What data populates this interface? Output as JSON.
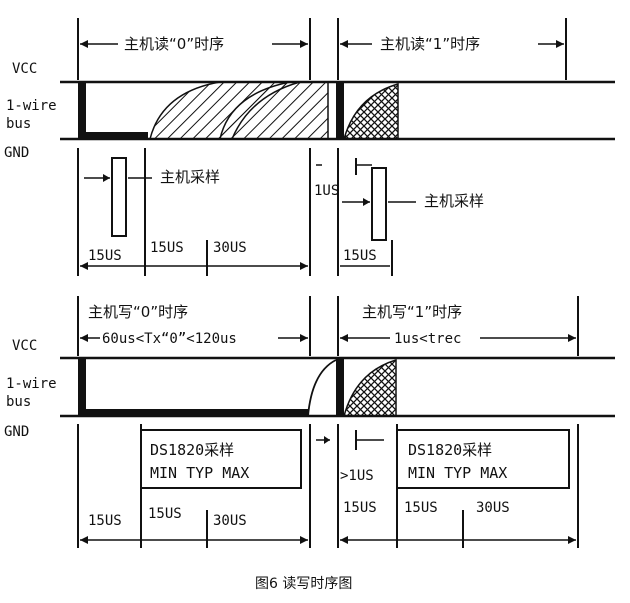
{
  "read_section": {
    "read0_title": "主机读“0”时序",
    "read1_title": "主机读“1”时序",
    "vcc_label": "VCC",
    "bus_label_1": "1-wire",
    "bus_label_2": "bus",
    "gnd_label": "GND",
    "sample_label_left": "主机采样",
    "sample_label_right": "主机采样",
    "t_1us": "1US",
    "t_15us_a": "15US",
    "t_15us_b": "15US",
    "t_30us": "30US",
    "t_15us_right": "15US"
  },
  "write_section": {
    "write0_title": "主机写“0”时序",
    "write0_range": "60us<Tx“0”<120us",
    "write1_title": "主机写“1”时序",
    "write1_range": "1us<trec",
    "vcc_label": "VCC",
    "bus_label_1": "1-wire",
    "bus_label_2": "bus",
    "gnd_label": "GND",
    "ds_box_left_1": "DS1820采样",
    "ds_box_left_2": "MIN TYP MAX",
    "ds_box_right_1": "DS1820采样",
    "ds_box_right_2": "MIN TYP MAX",
    "t_gt1us": ">1US",
    "t_15us_a": "15US",
    "t_15us_b": "15US",
    "t_30us": "30US",
    "t_15us_right_a": "15US",
    "t_15us_right_b": "15US",
    "t_30us_right": "30US"
  },
  "caption": "图6  读写时序图"
}
